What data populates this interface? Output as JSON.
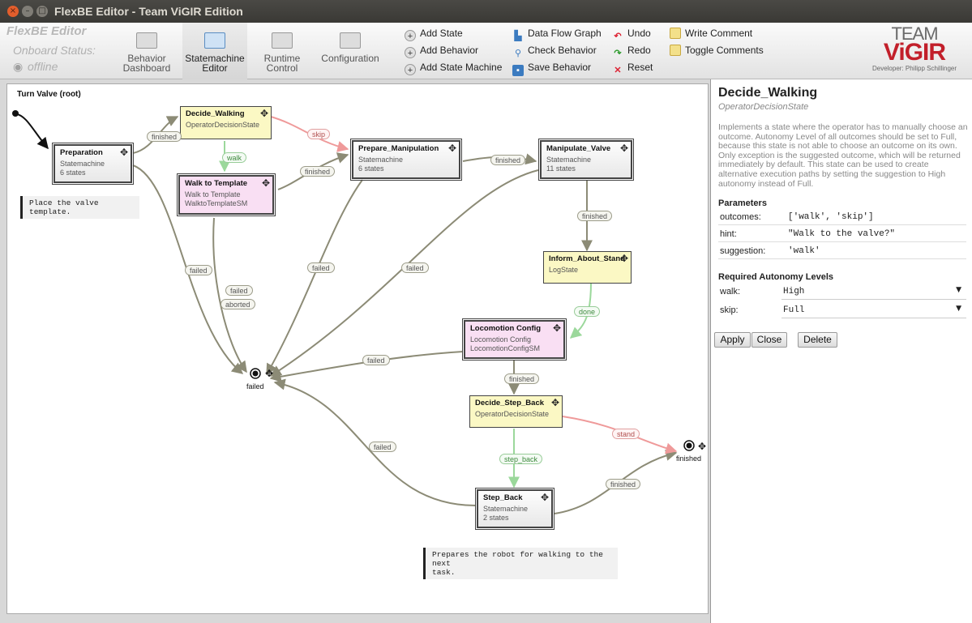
{
  "window": {
    "title": "FlexBE Editor - Team ViGIR Edition",
    "close": "×",
    "min": "–",
    "max": "□"
  },
  "toolbar": {
    "brand": "FlexBE Editor",
    "onboard_status": "Onboard Status:",
    "offline": "offline",
    "tabs": [
      {
        "line1": "Behavior",
        "line2": "Dashboard"
      },
      {
        "line1": "Statemachine",
        "line2": "Editor"
      },
      {
        "line1": "Runtime",
        "line2": "Control"
      },
      {
        "line1": "Configuration",
        "line2": ""
      }
    ],
    "actions": {
      "add_state": "Add State",
      "add_behavior": "Add Behavior",
      "add_state_machine": "Add State Machine",
      "data_flow_graph": "Data Flow Graph",
      "check_behavior": "Check Behavior",
      "save_behavior": "Save Behavior",
      "undo": "Undo",
      "redo": "Redo",
      "reset": "Reset",
      "write_comment": "Write Comment",
      "toggle_comments": "Toggle Comments"
    },
    "logo": {
      "line1": "TEAM",
      "line2": "ViGIR",
      "developer": "Developer: Philipp Schillinger"
    }
  },
  "canvas": {
    "breadcrumb": "Turn Valve (root)",
    "states": {
      "preparation": {
        "name": "Preparation",
        "type": "Statemachine",
        "info": "6 states"
      },
      "decide_walking": {
        "name": "Decide_Walking",
        "type": "OperatorDecisionState"
      },
      "walk_to_template": {
        "name": "Walk to Template",
        "type": "Walk to Template",
        "info": "WalktoTemplateSM"
      },
      "prepare_manipulation": {
        "name": "Prepare_Manipulation",
        "type": "Statemachine",
        "info": "6 states"
      },
      "manipulate_valve": {
        "name": "Manipulate_Valve",
        "type": "Statemachine",
        "info": "11 states"
      },
      "inform_about_stand": {
        "name": "Inform_About_Stand",
        "type": "LogState"
      },
      "locomotion_config": {
        "name": "Locomotion Config",
        "type": "Locomotion Config",
        "info": "LocomotionConfigSM"
      },
      "decide_step_back": {
        "name": "Decide_Step_Back",
        "type": "OperatorDecisionState"
      },
      "step_back": {
        "name": "Step_Back",
        "type": "Statemachine",
        "info": "2 states"
      }
    },
    "outcomes": {
      "failed": "failed",
      "finished": "finished"
    },
    "transitions": {
      "prep_finished": "finished",
      "decide_skip": "skip",
      "decide_walk": "walk",
      "walk_finished": "finished",
      "prep_failed": "failed",
      "walk_failed": "failed",
      "walk_aborted": "aborted",
      "prepman_failed": "failed",
      "prepman_finished": "finished",
      "manip_failed": "failed",
      "manip_finished": "finished",
      "inform_done": "done",
      "loco_failed": "failed",
      "loco_finished": "finished",
      "step_back_label": "step_back",
      "stand": "stand",
      "stepback_failed": "failed",
      "stepback_finished": "finished"
    },
    "notes": {
      "valve": "Place the valve template.",
      "robot_line1": "Prepares the robot for walking to the next",
      "robot_line2": "task."
    }
  },
  "panel": {
    "title": "Decide_Walking",
    "class": "OperatorDecisionState",
    "description": "Implements a state where the operator has to manually choose an outcome. Autonomy Level of all outcomes should be set to Full, because this state is not able to choose an outcome on its own. Only exception is the suggested outcome, which will be returned immediately by default. This state can be used to create alternative execution paths by setting the suggestion to High autonomy instead of Full.",
    "parameters_heading": "Parameters",
    "parameters": [
      {
        "key": "outcomes:",
        "value": "['walk', 'skip']"
      },
      {
        "key": "hint:",
        "value": "\"Walk to the valve?\""
      },
      {
        "key": "suggestion:",
        "value": "'walk'"
      }
    ],
    "autonomy_heading": "Required Autonomy Levels",
    "autonomy": [
      {
        "key": "walk:",
        "value": "High"
      },
      {
        "key": "skip:",
        "value": "Full"
      }
    ],
    "buttons": {
      "apply": "Apply",
      "close": "Close",
      "delete": "Delete"
    }
  }
}
